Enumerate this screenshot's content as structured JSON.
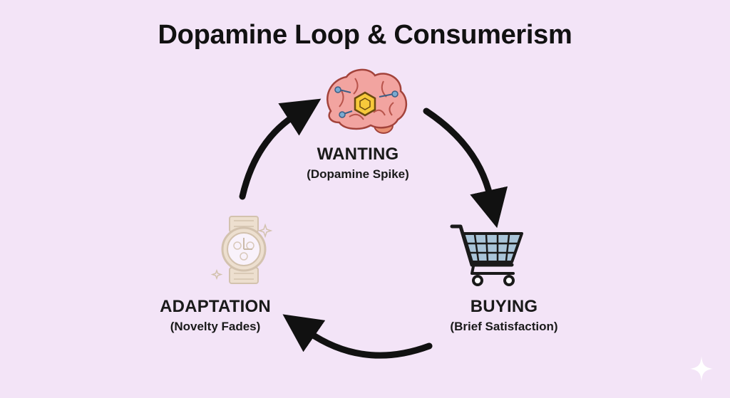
{
  "title": "Dopamine Loop & Consumerism",
  "nodes": [
    {
      "id": "wanting",
      "label": "WANTING",
      "sublabel": "(Dopamine Spike)",
      "icon": "brain-dopamine-icon"
    },
    {
      "id": "buying",
      "label": "BUYING",
      "sublabel": "(Brief Satisfaction)",
      "icon": "shopping-cart-icon"
    },
    {
      "id": "adaptation",
      "label": "ADAPTATION",
      "sublabel": "(Novelty Fades)",
      "icon": "faded-watch-icon"
    }
  ],
  "edges": [
    {
      "from": "wanting",
      "to": "buying"
    },
    {
      "from": "buying",
      "to": "adaptation"
    },
    {
      "from": "adaptation",
      "to": "wanting"
    }
  ],
  "colors": {
    "background": "#f3e4f7",
    "arrow": "#111111",
    "brain": "#f2a4a0",
    "brain_outline": "#a3433b",
    "dopamine_hex": "#f7c93b",
    "cart_basket": "#a9c4d8",
    "watch_gold": "#d9cba0"
  }
}
